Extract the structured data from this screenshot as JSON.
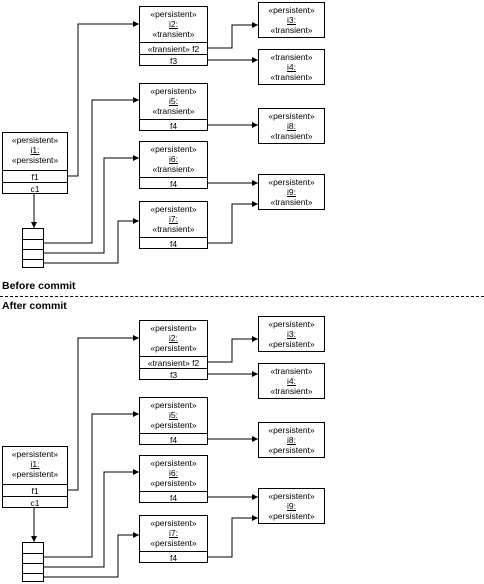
{
  "sections": [
    {
      "label": "Before commit",
      "objects": {
        "i1": {
          "id": "i1:",
          "stereo_top": "«persistent»",
          "stereo_bottom": "«persistent»",
          "fields": [
            "f1",
            "c1"
          ]
        },
        "i2": {
          "id": "i2:",
          "stereo_top": "«persistent»",
          "stereo_bottom": "«transient»",
          "fields": [
            "«transient» f2",
            "f3"
          ]
        },
        "i3": {
          "id": "i3:",
          "stereo_top": "«persistent»",
          "stereo_bottom": "«transient»",
          "fields": []
        },
        "i4": {
          "id": "i4:",
          "stereo_top": "«transient»",
          "stereo_bottom": "«transient»",
          "fields": []
        },
        "i5": {
          "id": "i5:",
          "stereo_top": "«persistent»",
          "stereo_bottom": "«transient»",
          "fields": [
            "f4"
          ]
        },
        "i6": {
          "id": "i6:",
          "stereo_top": "«persistent»",
          "stereo_bottom": "«transient»",
          "fields": [
            "f4"
          ]
        },
        "i7": {
          "id": "i7:",
          "stereo_top": "«persistent»",
          "stereo_bottom": "«transient»",
          "fields": [
            "f4"
          ]
        },
        "i8": {
          "id": "i8:",
          "stereo_top": "«persistent»",
          "stereo_bottom": "«transient»",
          "fields": []
        },
        "i9": {
          "id": "i9:",
          "stereo_top": "«persistent»",
          "stereo_bottom": "«transient»",
          "fields": []
        }
      }
    },
    {
      "label": "After commit",
      "objects": {
        "i1": {
          "id": "i1:",
          "stereo_top": "«persistent»",
          "stereo_bottom": "«persistent»",
          "fields": [
            "f1",
            "c1"
          ]
        },
        "i2": {
          "id": "i2:",
          "stereo_top": "«persistent»",
          "stereo_bottom": "«persistent»",
          "fields": [
            "«transient» f2",
            "f3"
          ]
        },
        "i3": {
          "id": "i3:",
          "stereo_top": "«persistent»",
          "stereo_bottom": "«persistent»",
          "fields": []
        },
        "i4": {
          "id": "i4:",
          "stereo_top": "«transient»",
          "stereo_bottom": "«transient»",
          "fields": []
        },
        "i5": {
          "id": "i5:",
          "stereo_top": "«persistent»",
          "stereo_bottom": "«persistent»",
          "fields": [
            "f4"
          ]
        },
        "i6": {
          "id": "i6:",
          "stereo_top": "«persistent»",
          "stereo_bottom": "«persistent»",
          "fields": [
            "f4"
          ]
        },
        "i7": {
          "id": "i7:",
          "stereo_top": "«persistent»",
          "stereo_bottom": "«persistent»",
          "fields": [
            "f4"
          ]
        },
        "i8": {
          "id": "i8:",
          "stereo_top": "«persistent»",
          "stereo_bottom": "«persistent»",
          "fields": []
        },
        "i9": {
          "id": "i9:",
          "stereo_top": "«persistent»",
          "stereo_bottom": "«persistent»",
          "fields": []
        }
      }
    }
  ]
}
